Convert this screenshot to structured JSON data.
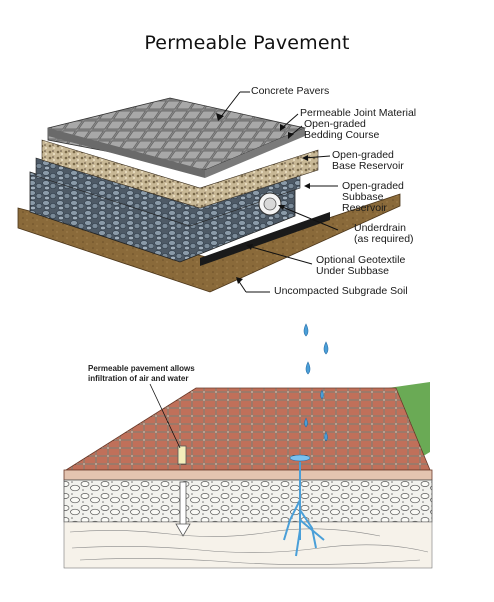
{
  "title": "Permeable Pavement",
  "top_diagram": {
    "labels": {
      "concrete_pavers": "Concrete Pavers",
      "joint_material": "Permeable Joint Material",
      "bedding_1": "Open-graded",
      "bedding_2": "Bedding Course",
      "base_1": "Open-graded",
      "base_2": "Base Reservoir",
      "subbase_1": "Open-graded",
      "subbase_2": "Subbase",
      "subbase_3": "Reservoir",
      "underdrain_1": "Underdrain",
      "underdrain_2": "(as required)",
      "geotextile_1": "Optional Geotextile",
      "geotextile_2": "Under Subbase",
      "subgrade": "Uncompacted Subgrade Soil"
    }
  },
  "bottom_diagram": {
    "labels": {
      "infiltration_1": "Permeable pavement allows",
      "infiltration_2": "infiltration of air and water"
    }
  },
  "colors": {
    "paver_gray": "#8a8a8a",
    "gravel_tan": "#b9a88a",
    "stone_blue": "#6f7f8f",
    "soil_brown": "#8a6a3a",
    "brick_red": "#c0705a",
    "water_blue": "#4a9fd8",
    "grass_green": "#5aa04a"
  }
}
